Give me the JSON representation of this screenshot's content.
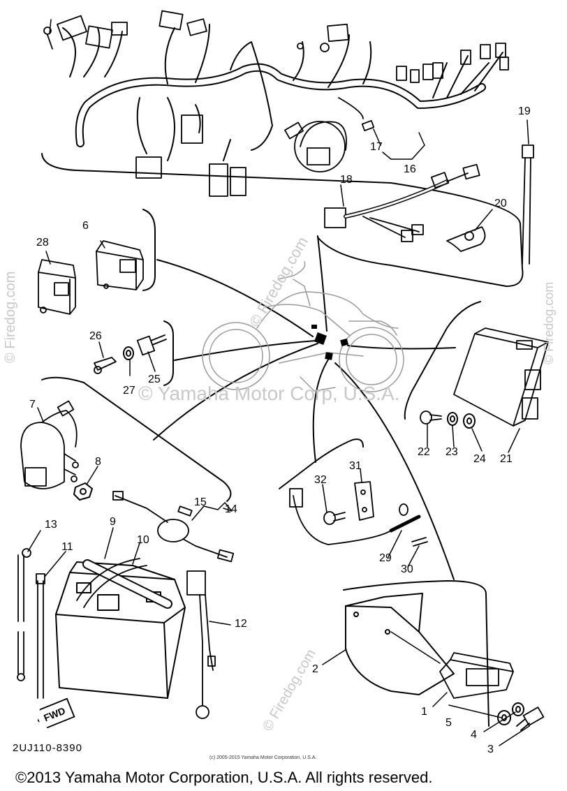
{
  "diagram": {
    "doc_code": "2UJ110-8390",
    "fwd_label": "FWD",
    "small_copyright": "(c) 2005-2015 Yamaha Motor Corporation, U.S.A.",
    "footer_copyright": "©2013 Yamaha Motor Corporation, U.S.A. All rights reserved.",
    "watermarks": {
      "center": "© Yamaha Motor Corp, U.S.A.",
      "firedog": "© Firedog.com"
    },
    "callouts": [
      "1",
      "2",
      "3",
      "4",
      "5",
      "6",
      "7",
      "8",
      "9",
      "10",
      "11",
      "12",
      "13",
      "14",
      "15",
      "16",
      "17",
      "18",
      "19",
      "20",
      "21",
      "22",
      "23",
      "24",
      "25",
      "26",
      "27",
      "28",
      "29",
      "30",
      "31",
      "32"
    ]
  }
}
